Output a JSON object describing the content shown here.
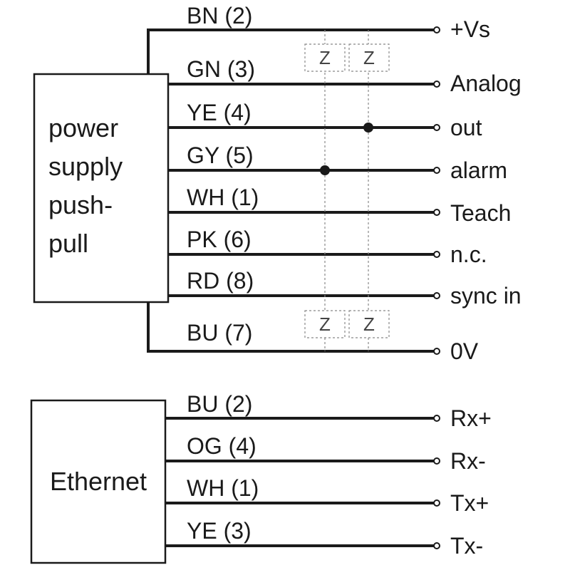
{
  "power_block": {
    "lines": [
      "power",
      "supply",
      "push-",
      "pull"
    ],
    "wires": [
      {
        "wire": "BN (2)",
        "signal": "+Vs"
      },
      {
        "wire": "GN (3)",
        "signal": "Analog"
      },
      {
        "wire": "YE (4)",
        "signal": "out"
      },
      {
        "wire": "GY (5)",
        "signal": "alarm"
      },
      {
        "wire": "WH (1)",
        "signal": "Teach"
      },
      {
        "wire": "PK (6)",
        "signal": "n.c."
      },
      {
        "wire": "RD (8)",
        "signal": "sync in"
      },
      {
        "wire": "BU (7)",
        "signal": "0V"
      }
    ],
    "zener_label": "Z"
  },
  "ethernet_block": {
    "label": "Ethernet",
    "wires": [
      {
        "wire": "BU (2)",
        "signal": "Rx+"
      },
      {
        "wire": "OG (4)",
        "signal": "Rx-"
      },
      {
        "wire": "WH (1)",
        "signal": "Tx+"
      },
      {
        "wire": "YE (3)",
        "signal": "Tx-"
      }
    ]
  }
}
